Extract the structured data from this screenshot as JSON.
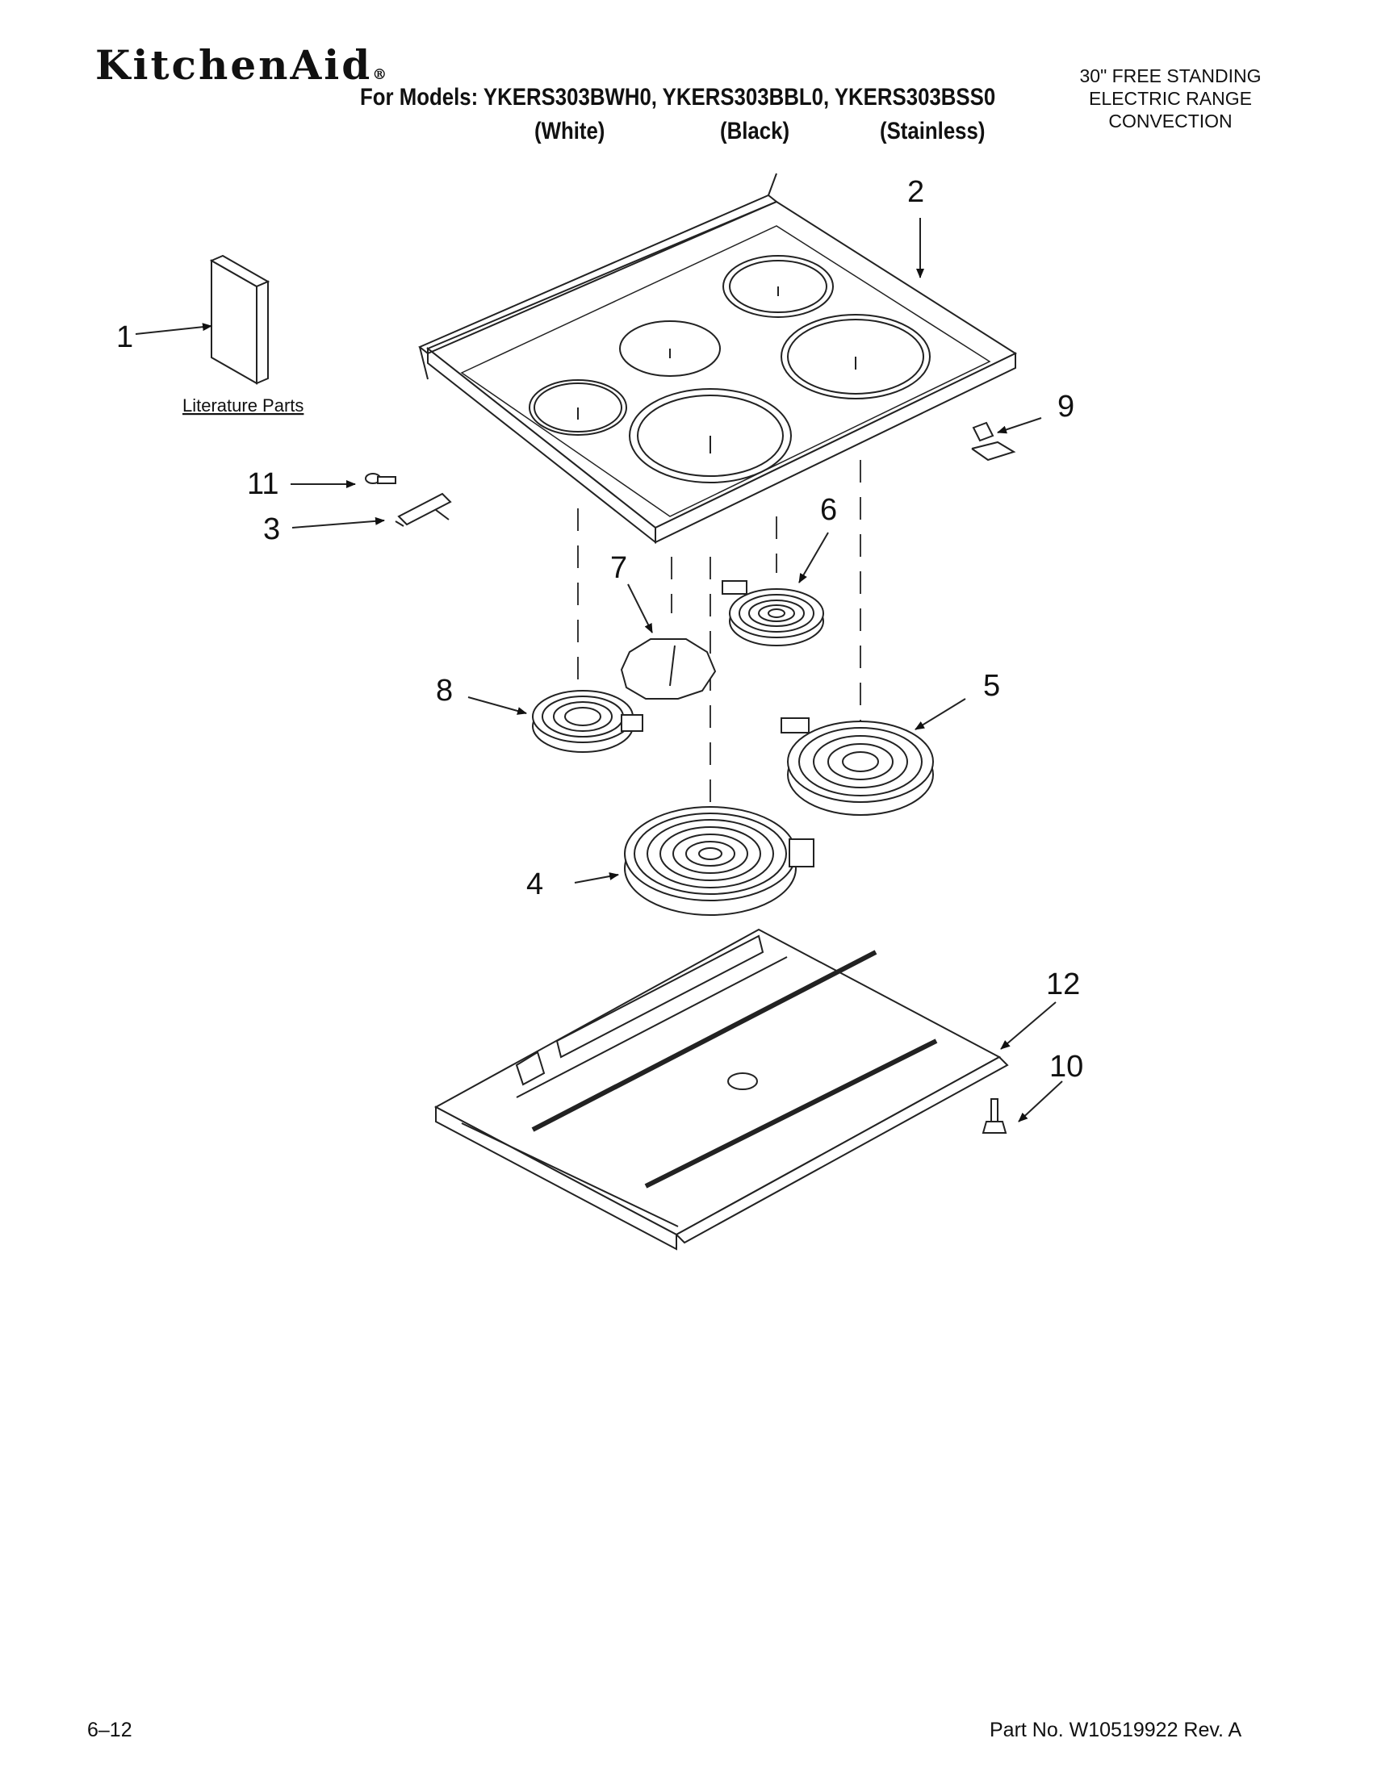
{
  "header": {
    "brand": "KitchenAid",
    "brand_mark": "®",
    "models_line": "For Models: YKERS303BWH0, YKERS303BBL0, YKERS303BSS0",
    "variants": [
      "(White)",
      "(Black)",
      "(Stainless)"
    ],
    "product_lines": [
      "30\" FREE STANDING",
      "ELECTRIC RANGE",
      "CONVECTION"
    ]
  },
  "diagram": {
    "literature_label": "Literature Parts",
    "callouts": [
      "1",
      "2",
      "3",
      "4",
      "5",
      "6",
      "7",
      "8",
      "9",
      "10",
      "11",
      "12"
    ]
  },
  "footer": {
    "page": "6–12",
    "part_no": "Part No. W10519922 Rev. A"
  }
}
